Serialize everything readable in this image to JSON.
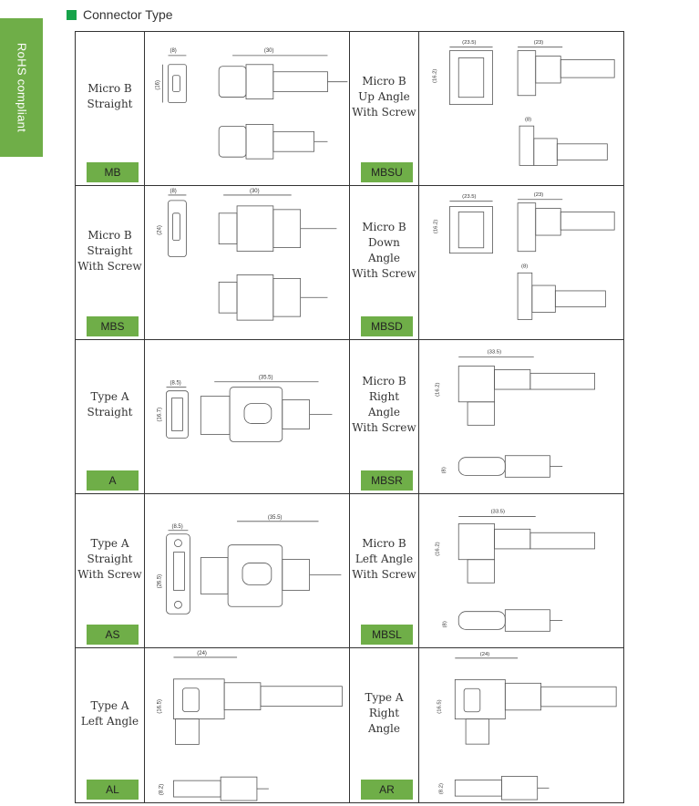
{
  "side_tab": {
    "label": "RoHS compliant"
  },
  "header": {
    "title": "Connector Type"
  },
  "rows": [
    {
      "left": {
        "name": "Micro B\nStraight",
        "code": "MB",
        "dims": [
          "(8)",
          "(16)",
          "(30)"
        ]
      },
      "right": {
        "name": "Micro B\nUp Angle\nWith Screw",
        "code": "MBSU",
        "dims": [
          "(23.5)",
          "(16.2)",
          "(23)",
          "(8)"
        ]
      }
    },
    {
      "left": {
        "name": "Micro B\nStraight\nWith Screw",
        "code": "MBS",
        "dims": [
          "(8)",
          "(24)",
          "(30)"
        ]
      },
      "right": {
        "name": "Micro B\nDown Angle\nWith Screw",
        "code": "MBSD",
        "dims": [
          "(23.5)",
          "(16.2)",
          "(23)",
          "(8)"
        ]
      }
    },
    {
      "left": {
        "name": "Type A\nStraight",
        "code": "A",
        "dims": [
          "(8.5)",
          "(16.7)",
          "(35.5)"
        ]
      },
      "right": {
        "name": "Micro B\nRight\nAngle\nWith Screw",
        "code": "MBSR",
        "dims": [
          "(33.5)",
          "(16.2)",
          "(8)"
        ]
      }
    },
    {
      "left": {
        "name": "Type A\nStraight\nWith Screw",
        "code": "AS",
        "dims": [
          "(8.5)",
          "(26.5)",
          "(35.5)"
        ]
      },
      "right": {
        "name": "Micro B\nLeft Angle\nWith Screw",
        "code": "MBSL",
        "dims": [
          "(33.5)",
          "(16.2)",
          "(8)"
        ]
      }
    },
    {
      "left": {
        "name": "Type A\nLeft Angle",
        "code": "AL",
        "dims": [
          "(24)",
          "(16.5)",
          "(8.2)"
        ]
      },
      "right": {
        "name": "Type A\nRight\nAngle",
        "code": "AR",
        "dims": [
          "(24)",
          "(16.5)",
          "(8.2)"
        ]
      }
    }
  ]
}
